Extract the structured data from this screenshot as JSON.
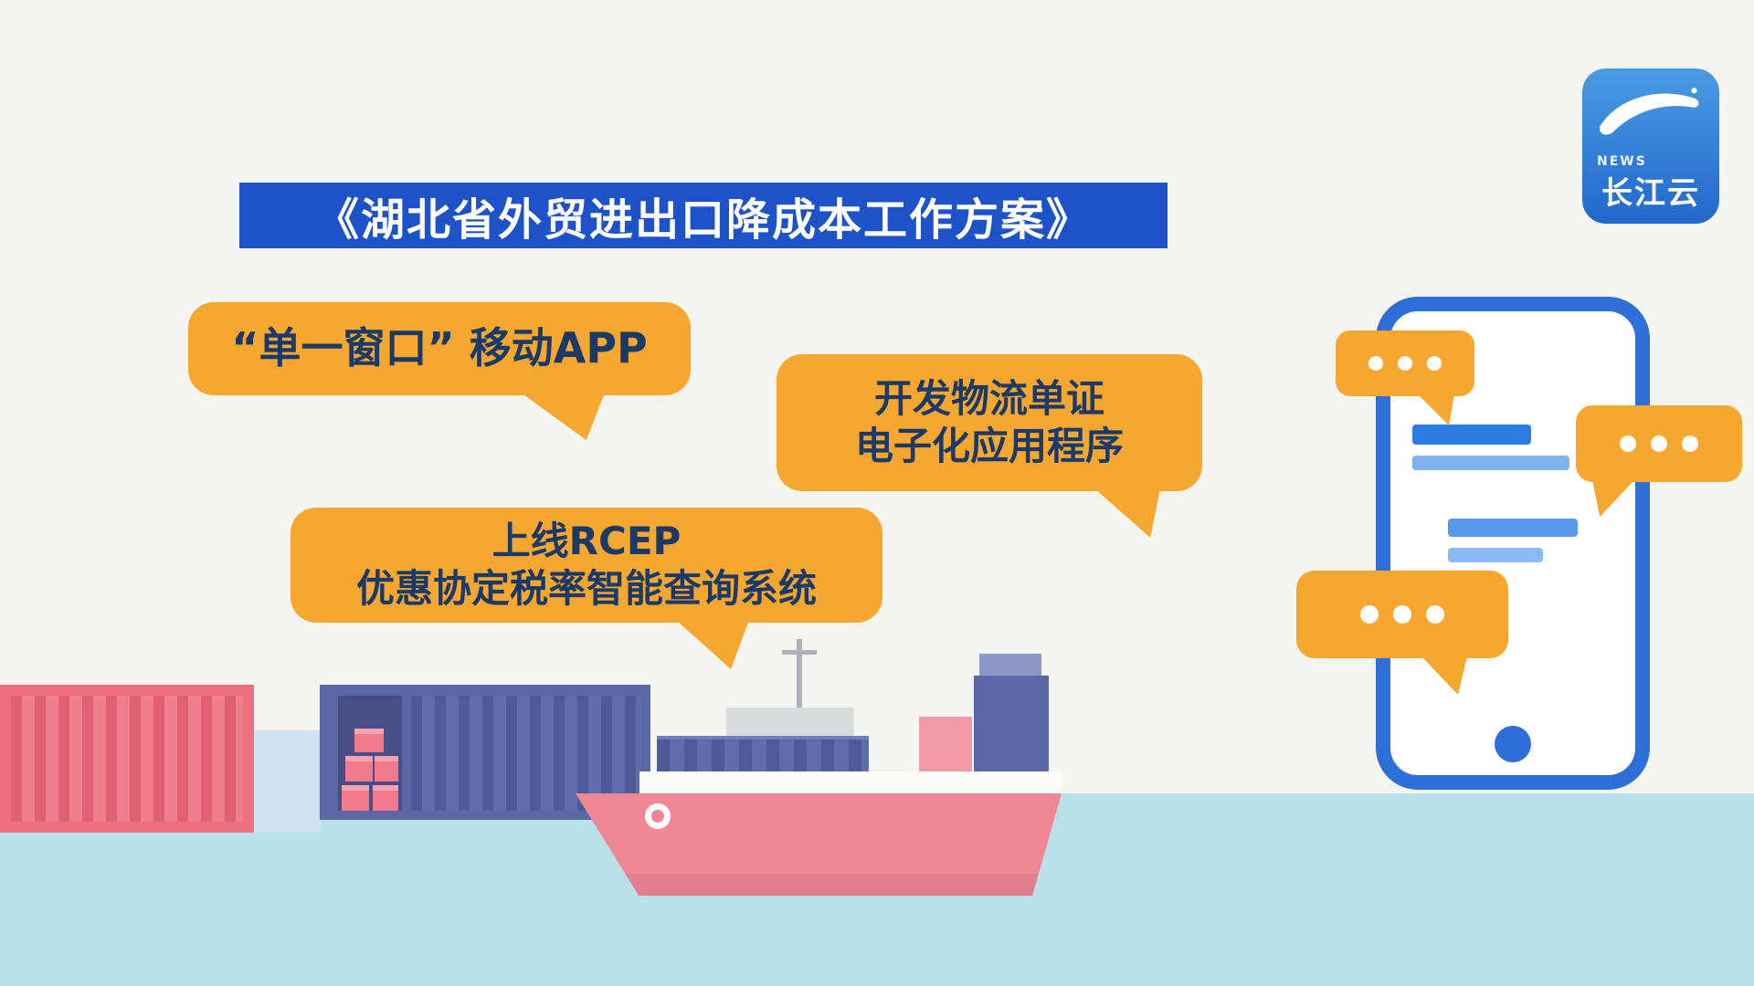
{
  "headline": {
    "title": "《湖北省外贸进出口降成本工作方案》"
  },
  "callouts": {
    "app": {
      "text": "“单一窗口” 移动APP"
    },
    "logistics": {
      "line1": "开发物流单证",
      "line2": "电子化应用程序"
    },
    "rcep": {
      "line1": "上线RCEP",
      "line2": "优惠协定税率智能查询系统"
    }
  },
  "logo": {
    "news_label": "NEWS",
    "channel_name": "长江云"
  },
  "icons": {
    "logo_swoosh": "swoosh-bird-icon",
    "typing_dots": "typing-dots-icon"
  },
  "colors": {
    "banner_blue": "#1D52C8",
    "bubble_orange": "#F6A72F",
    "callout_text_navy": "#1C3A68",
    "water_blue": "#B9DFE9",
    "phone_blue": "#2E6ED8",
    "screen_bar_blue": "#2B7DE2",
    "container_pink": "#EC7080",
    "container_indigo": "#5A68A6",
    "ship_hull_pink": "#EF8795",
    "logo_blue": "#2F7FD8",
    "background": "#F4F4F1"
  }
}
